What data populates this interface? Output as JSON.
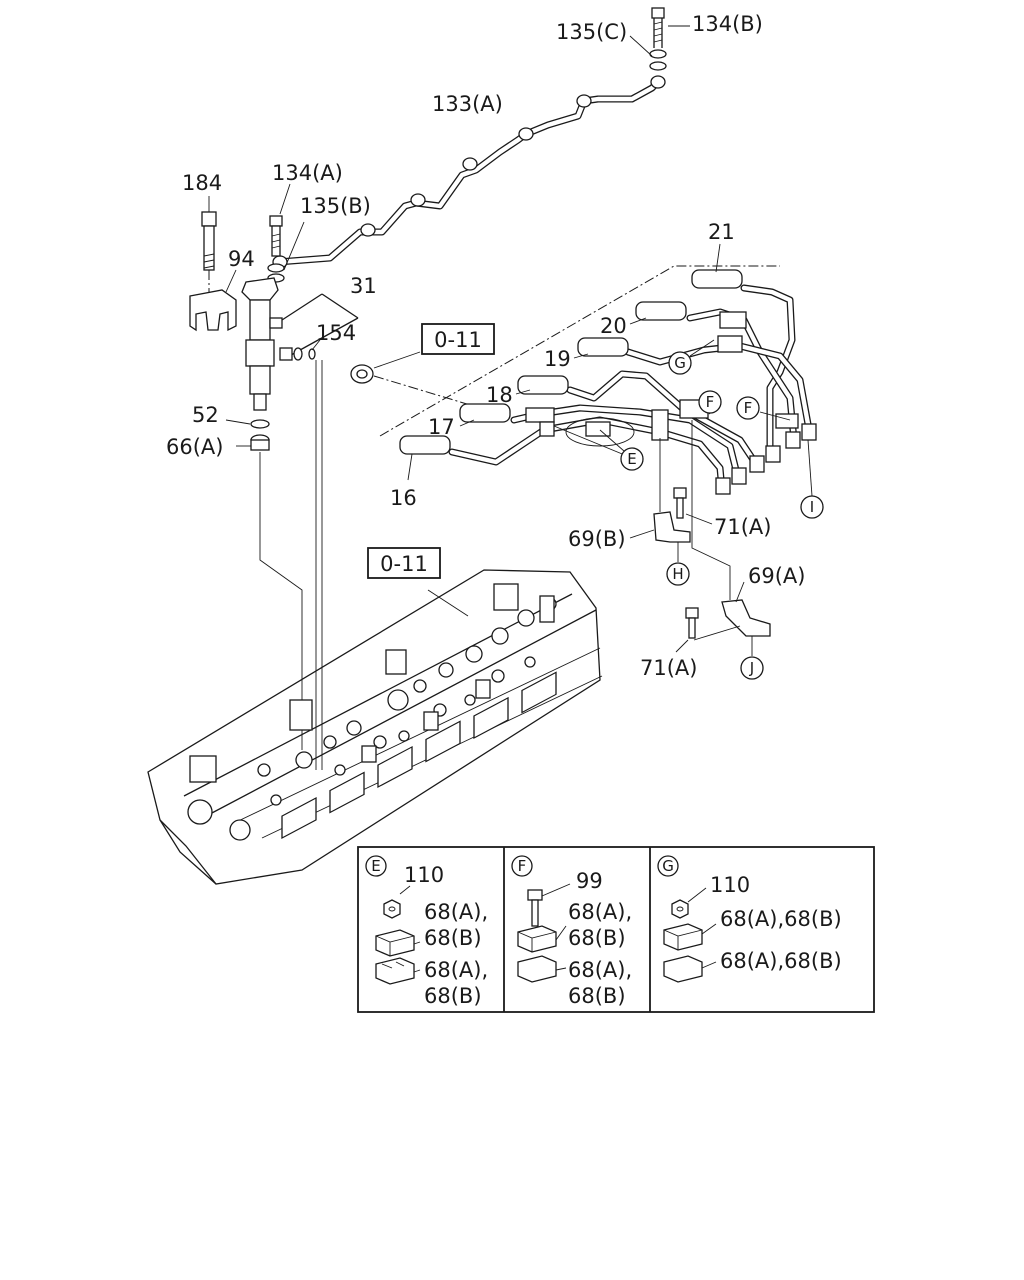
{
  "labels": {
    "p135c": "135(C)",
    "p134b": "134(B)",
    "p133a": "133(A)",
    "p184": "184",
    "p134a": "134(A)",
    "p135b": "135(B)",
    "p94": "94",
    "p31": "31",
    "p154": "154",
    "p52": "52",
    "p66a": "66(A)",
    "p21": "21",
    "p20": "20",
    "p19": "19",
    "p18": "18",
    "p17": "17",
    "p16": "16",
    "p69b": "69(B)",
    "p71a_top": "71(A)",
    "p69a": "69(A)",
    "p71a_bottom": "71(A)"
  },
  "refboxes": {
    "ref_top": "0-11",
    "ref_mid": "0-11"
  },
  "callouts": {
    "E": "E",
    "F_top": "F",
    "F_right": "F",
    "G": "G",
    "H": "H",
    "I": "I",
    "J": "J"
  },
  "detail_table": {
    "col_e": {
      "tag": "E",
      "bolt": "110",
      "upper_a": "68(A),",
      "upper_b": "68(B)",
      "lower_a": "68(A),",
      "lower_b": "68(B)"
    },
    "col_f": {
      "tag": "F",
      "bolt": "99",
      "upper_a": "68(A),",
      "upper_b": "68(B)",
      "lower_a": "68(A),",
      "lower_b": "68(B)"
    },
    "col_g": {
      "tag": "G",
      "bolt": "110",
      "upper": "68(A),68(B)",
      "lower": "68(A),68(B)"
    }
  }
}
